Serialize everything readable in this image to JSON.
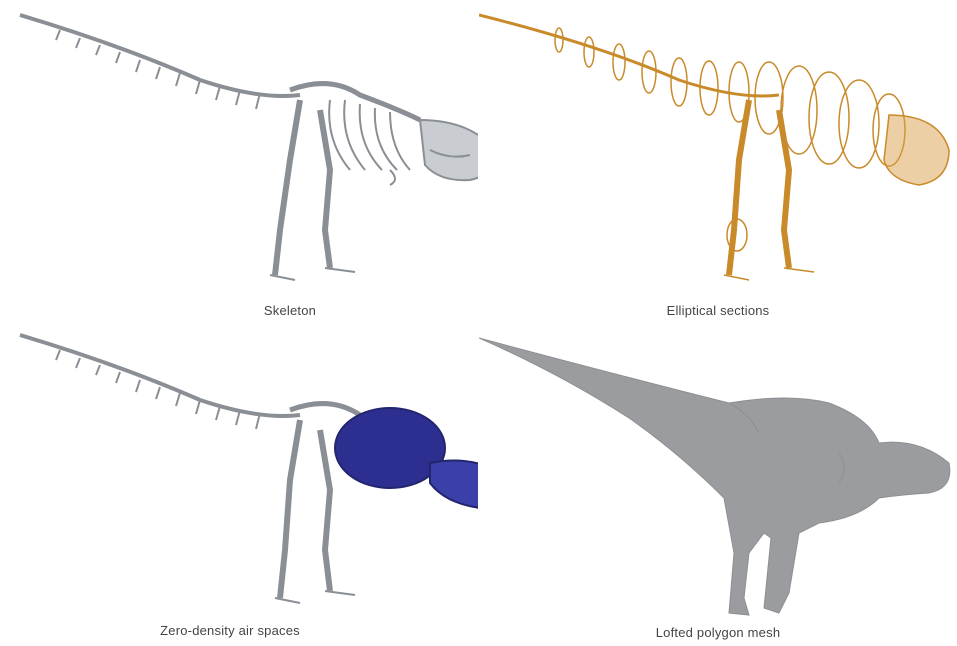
{
  "panels": [
    {
      "caption": "Skeleton",
      "style": "skeleton",
      "stroke": "#8a8f96",
      "fill": "#c9ccd1"
    },
    {
      "caption": "Elliptical sections",
      "style": "sections",
      "stroke": "#c98a2a",
      "fill": "#d9a04a"
    },
    {
      "caption": "Zero-density air spaces",
      "style": "airspaces",
      "stroke": "#8a8f96",
      "fill": "#2c2f8f"
    },
    {
      "caption": "Lofted polygon mesh",
      "style": "mesh",
      "stroke": "#8d8f92",
      "fill": "#9a9c9f"
    }
  ]
}
